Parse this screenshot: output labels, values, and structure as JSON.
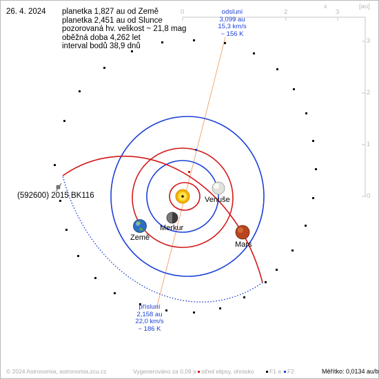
{
  "date": "26. 4. 2024",
  "info_lines": [
    "planetka 1,827 au od Země",
    "planetka 2,451 au od Slunce",
    "pozorovaná hv. velikost ~ 21,8 mag",
    "oběžná doba 4,262 let",
    "interval bodů 38,9 dnů"
  ],
  "object_name": "(592600) 2015 BK116",
  "aphelion": {
    "title": "odsluní",
    "distance": "3,099 au",
    "speed": "15,3 km/s",
    "temp": "~ 156 K"
  },
  "perihelion": {
    "title": "přísluní",
    "distance": "2,158 au",
    "speed": "22,0 km/s",
    "temp": "~ 186 K"
  },
  "planets": {
    "venus": "Venuše",
    "earth": "Země",
    "mercury": "Merkur",
    "mars": "Mars"
  },
  "axes": {
    "x_ticks": [
      "0",
      "1",
      "2",
      "3"
    ],
    "y_ticks": [
      "3",
      "2",
      "1",
      "0"
    ],
    "x_name": "x",
    "unit": "[au]"
  },
  "footer": {
    "copyright": "© 2024 Astronomia, astronomia.zcu.cz",
    "generated": "Vygenerováno za 0,09 s",
    "center_legend": "střed elipsy, ohnisko",
    "f1_legend": "F1 a",
    "f2_legend": "F2",
    "scale": "Měřítko: 0,0134 au/bod"
  },
  "colors": {
    "orbit_blue": "#1a3fd8",
    "orbit_red": "#d21818",
    "apsides_line": "#f0a878",
    "axis_gray": "#b8b8b8"
  }
}
